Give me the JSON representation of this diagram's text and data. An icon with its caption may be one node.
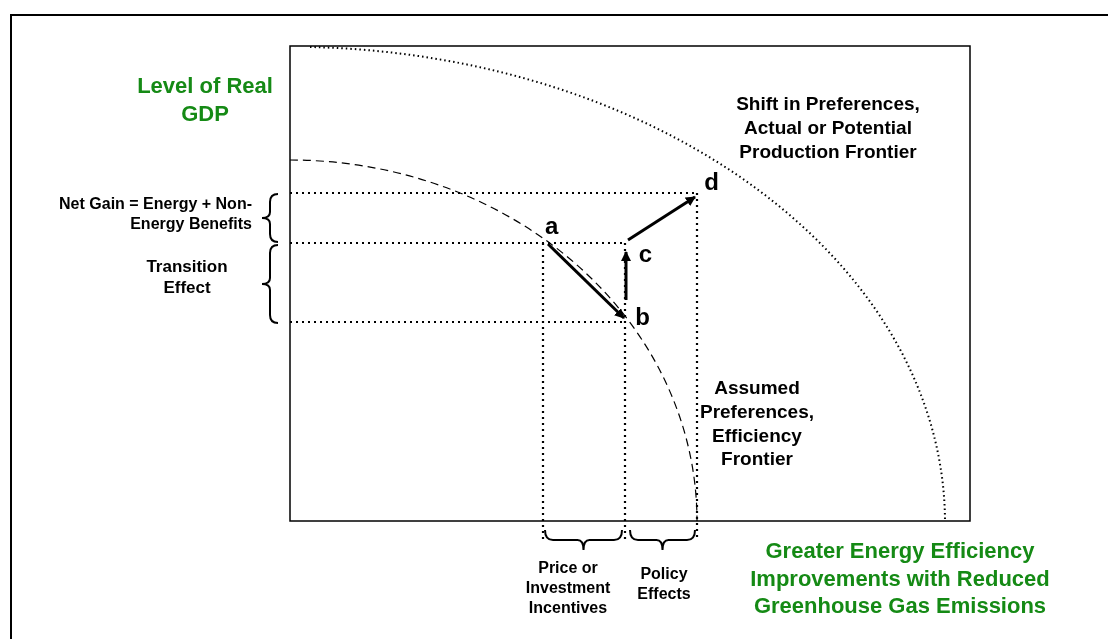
{
  "diagram": {
    "nodes": [
      {
        "text": [
          "a"
        ]
      },
      {
        "text": [
          "b"
        ]
      },
      {
        "text": [
          "c"
        ]
      },
      {
        "text": [
          "d"
        ]
      }
    ],
    "edges": [
      {
        "from": 0,
        "to": 1,
        "arrow": "to"
      },
      {
        "from": 1,
        "to": 2,
        "arrow": "to"
      },
      {
        "from": 2,
        "to": 3,
        "arrow": "to"
      }
    ],
    "labels": [
      "Level of Real GDP",
      "Shift in Preferences, Actual or Potential Production Frontier",
      "Net Gain = Energy + Non-Energy Benefits",
      "Transition Effect",
      "Assumed Preferences, Efficiency Frontier",
      "Price or Investment Incentives",
      "Policy Effects",
      "Greater Energy Efficiency Improvements with Reduced Greenhouse Gas Emissions"
    ]
  }
}
